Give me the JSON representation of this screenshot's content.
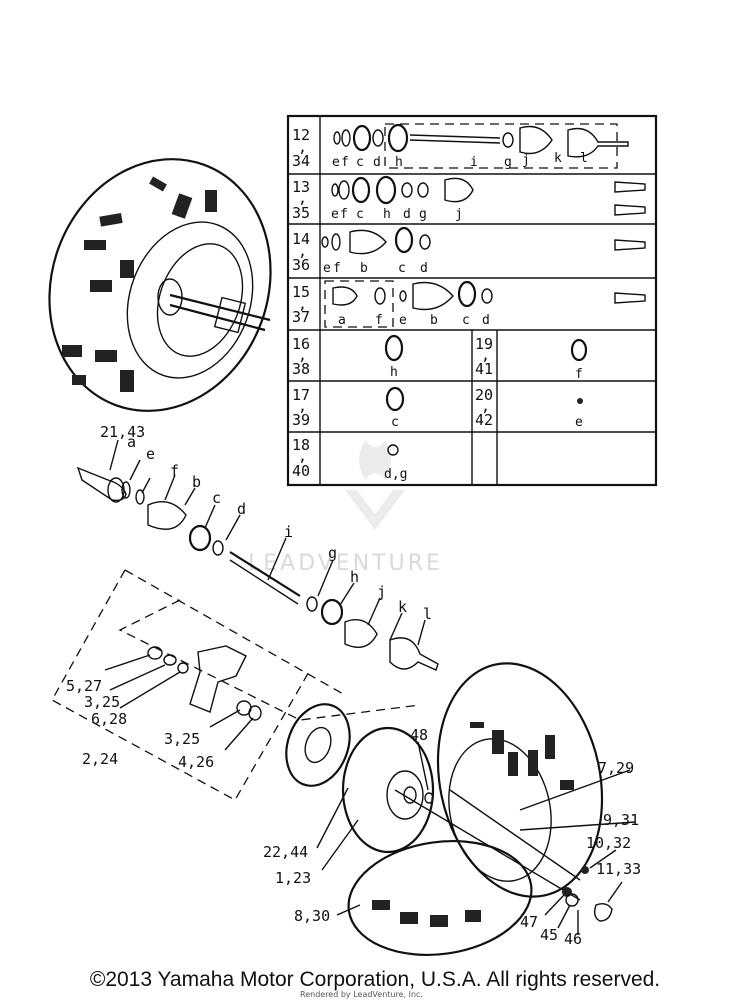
{
  "table": {
    "rows": [
      {
        "id": "12,34",
        "parts": [
          "e",
          "f",
          "c",
          "d",
          "h",
          "i",
          "g",
          "j",
          "k",
          "l"
        ]
      },
      {
        "id": "13,35",
        "parts": [
          "e",
          "f",
          "c",
          "h",
          "d",
          "g",
          "j"
        ]
      },
      {
        "id": "14,36",
        "parts": [
          "e",
          "f",
          "b",
          "c",
          "d"
        ]
      },
      {
        "id": "15,37",
        "parts": [
          "a",
          "f",
          "e",
          "b",
          "c",
          "d"
        ]
      },
      {
        "id": "16,38",
        "parts": [
          "h"
        ]
      },
      {
        "id": "19,41",
        "parts": [
          "f"
        ]
      },
      {
        "id": "17,39",
        "parts": [
          "c"
        ]
      },
      {
        "id": "20,42",
        "parts": [
          "e"
        ]
      },
      {
        "id": "18,40",
        "parts": [
          "d,g"
        ]
      }
    ]
  },
  "callouts": [
    "21,43",
    "a",
    "e",
    "f",
    "b",
    "c",
    "d",
    "i",
    "g",
    "h",
    "j",
    "k",
    "l",
    "5,27",
    "3,25",
    "6,28",
    "3,25",
    "4,26",
    "2,24",
    "48",
    "7,29",
    "22,44",
    "9,31",
    "10,32",
    "1,23",
    "11,33",
    "8,30",
    "47",
    "45",
    "46"
  ],
  "watermark": "LEADVENTURE",
  "footer": {
    "copyright": "©2013 Yamaha Motor Corporation, U.S.A. All rights reserved.",
    "rendered": "Rendered by LeadVenture, Inc."
  }
}
